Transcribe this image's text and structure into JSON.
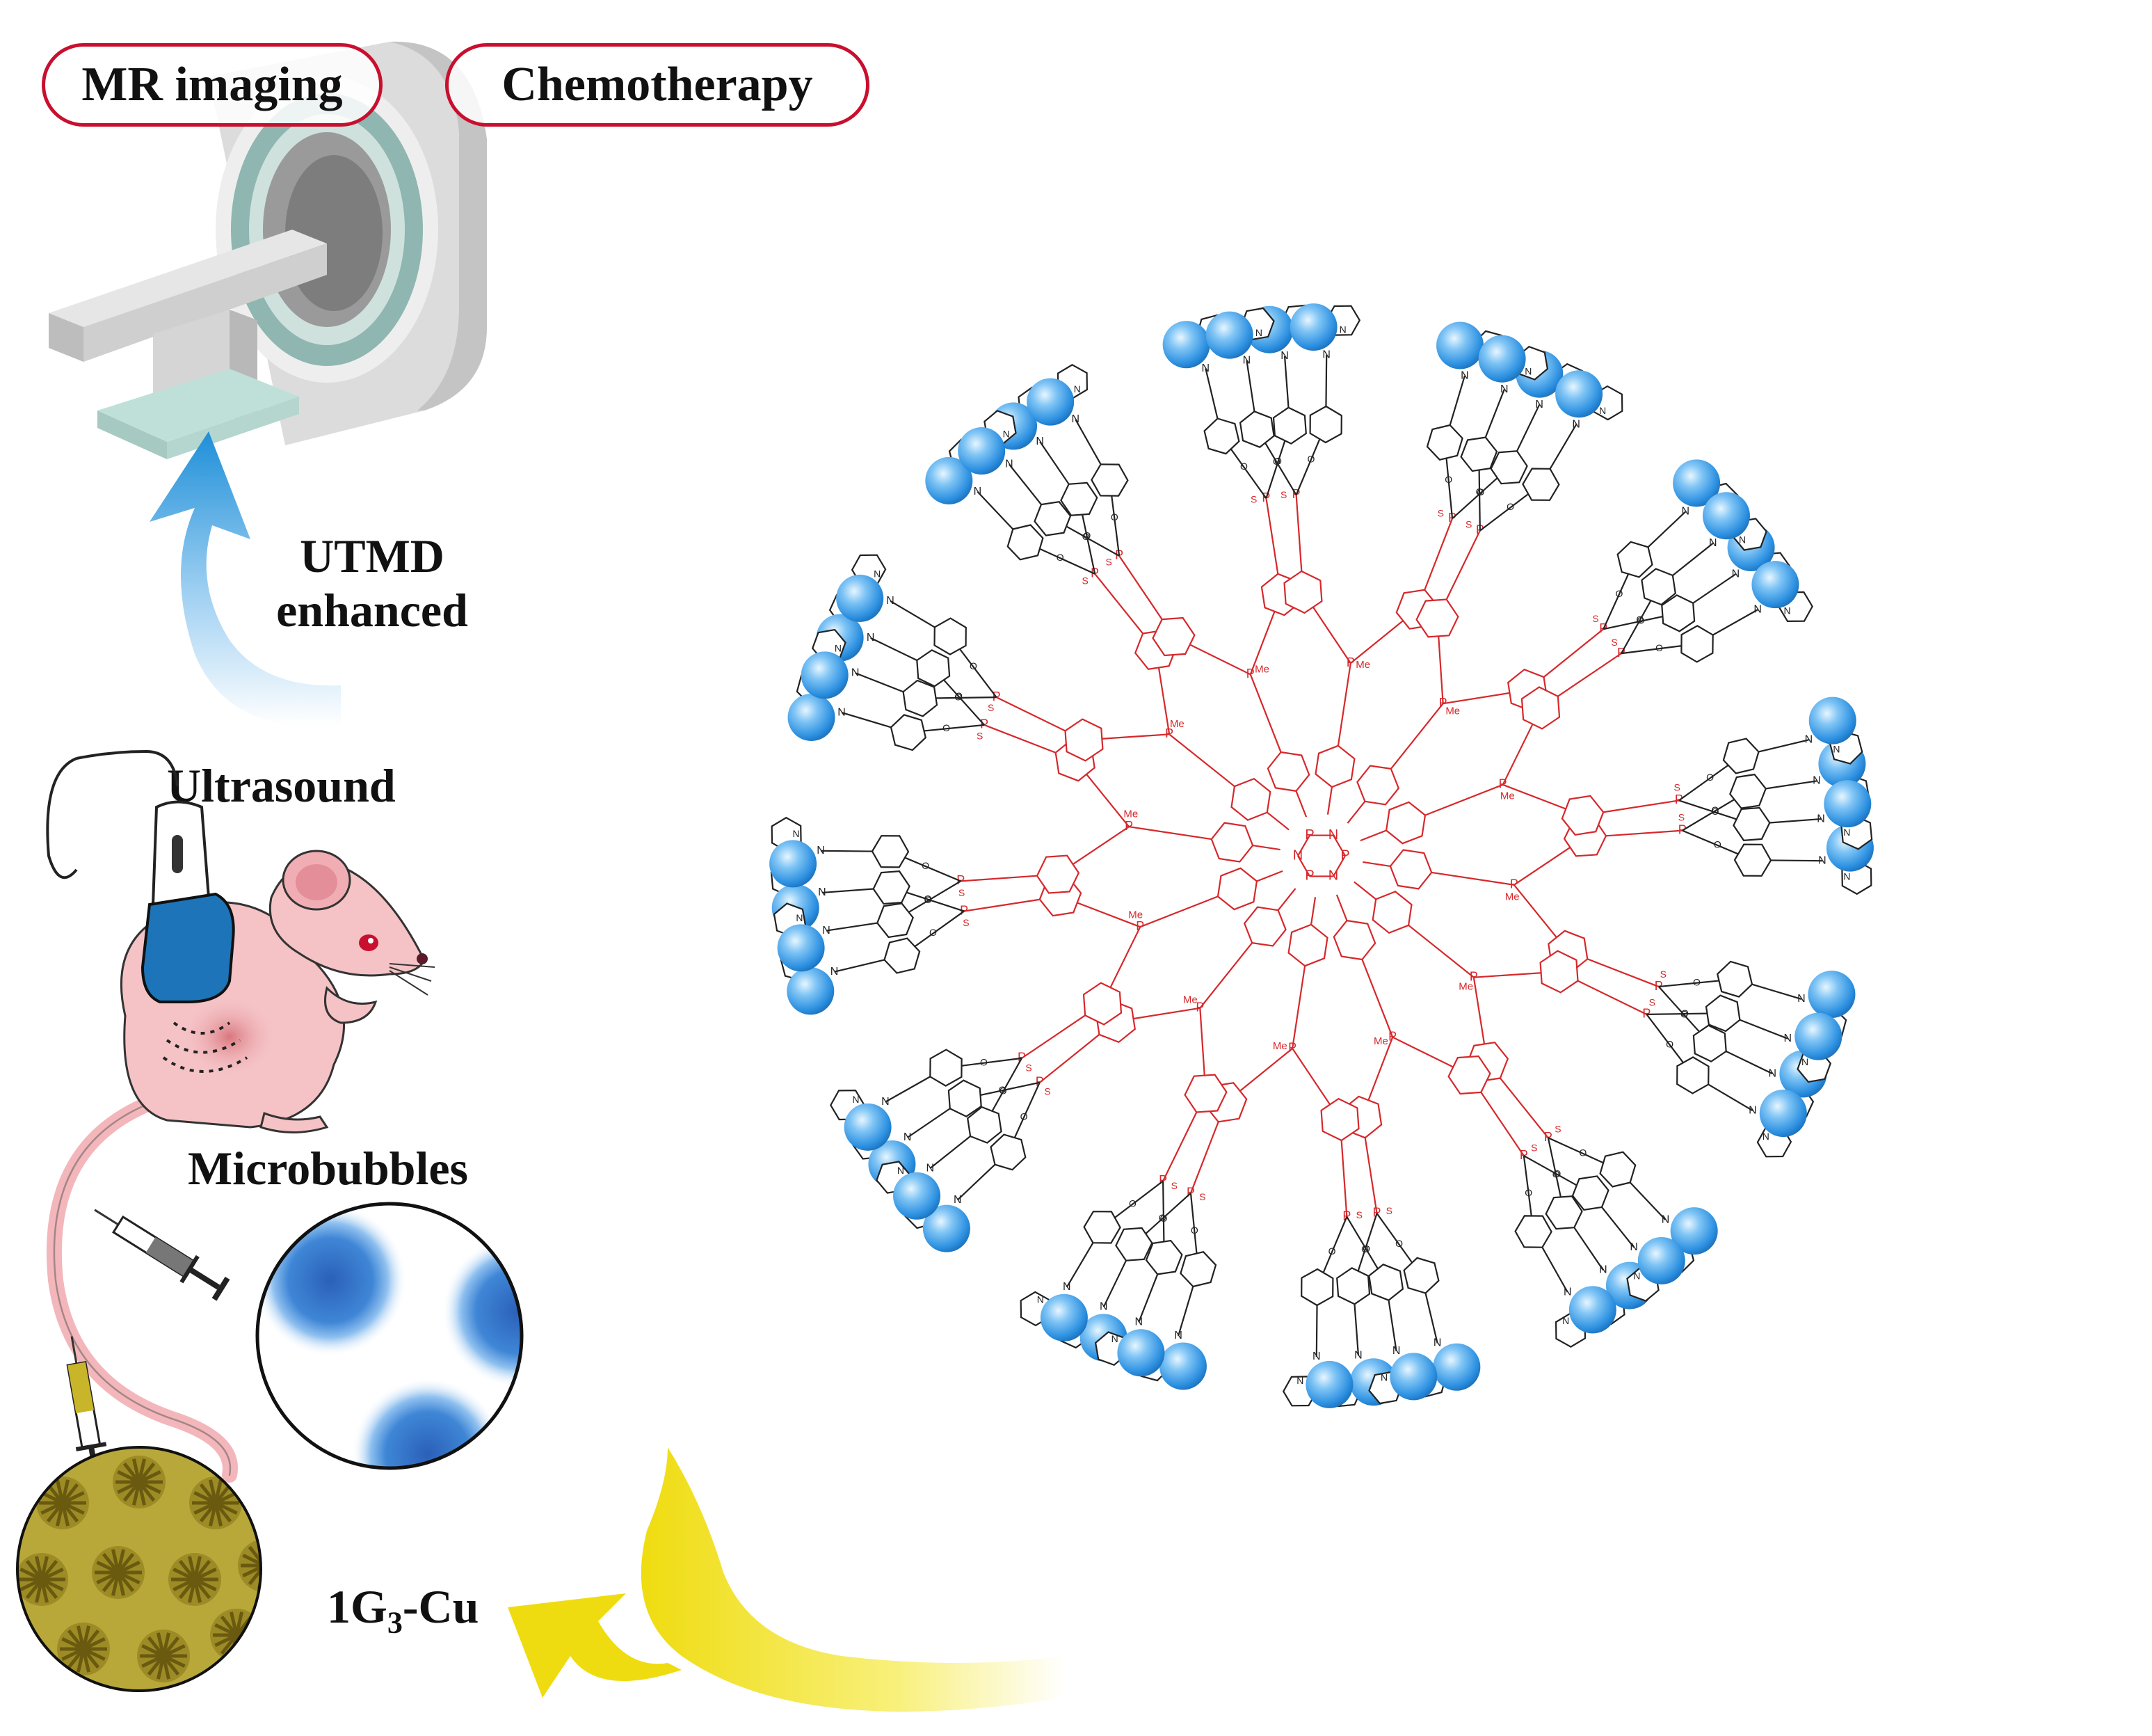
{
  "labels": {
    "mr_imaging": "MR imaging",
    "chemotherapy": "Chemotherapy",
    "utmd_line1": "UTMD",
    "utmd_line2": "enhanced",
    "ultrasound": "Ultrasound",
    "microbubbles": "Microbubbles",
    "complex_main": "1G",
    "complex_sub": "3",
    "complex_suffix": "-Cu"
  },
  "chemistry": {
    "core_atom_p": "P",
    "core_atom_n": "N",
    "branch_atoms": [
      "P",
      "S",
      "N",
      "Me",
      "O"
    ],
    "surface_group_ring_atom": "N"
  },
  "colors": {
    "pill_border": "#c8102e",
    "dendrimer_inner": "#d6282b",
    "dendrimer_outer": "#222222",
    "copper_sphere": "#2b8fe0",
    "arrow_blue": "#1e8fd8",
    "arrow_yellow": "#f2e21a",
    "mouse_body": "#f5c3c6",
    "probe": "#1d74b8",
    "nanoparticle_bg": "#b8a83a",
    "micelle": "#6a5a10",
    "microbubble": "#2f6fc4"
  },
  "icons": [
    "mri-scanner-icon",
    "ultrasound-probe-icon",
    "mouse-icon",
    "syringe-icon",
    "microbubble-icon",
    "nanoparticle-icon",
    "copper-ion-icon"
  ]
}
